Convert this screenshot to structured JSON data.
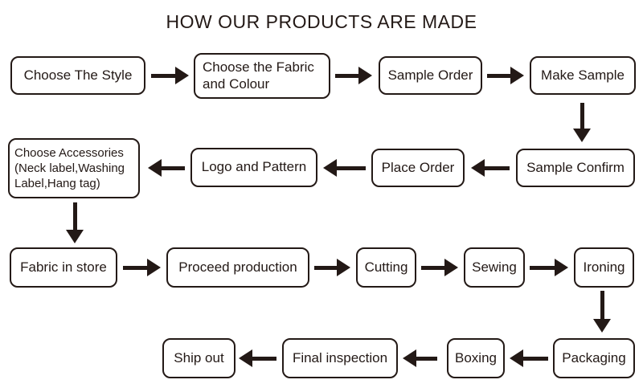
{
  "title": "HOW OUR PRODUCTS ARE MADE",
  "colors": {
    "ink": "#231916",
    "background": "#ffffff"
  },
  "nodes": {
    "choose_style": "Choose The Style",
    "choose_fabric": "Choose the Fabric\nand Colour",
    "sample_order": "Sample Order",
    "make_sample": "Make Sample",
    "sample_confirm": "Sample Confirm",
    "place_order": "Place Order",
    "logo_pattern": "Logo and Pattern",
    "choose_accessories": "Choose Accessories\n(Neck label,Washing\nLabel,Hang tag)",
    "fabric_in_store": "Fabric in store",
    "proceed_production": "Proceed production",
    "cutting": "Cutting",
    "sewing": "Sewing",
    "ironing": "Ironing",
    "packaging": "Packaging",
    "boxing": "Boxing",
    "final_inspection": "Final inspection",
    "ship_out": "Ship out"
  },
  "process_order": [
    "Choose The Style",
    "Choose the Fabric and Colour",
    "Sample Order",
    "Make Sample",
    "Sample Confirm",
    "Place Order",
    "Logo and Pattern",
    "Choose Accessories (Neck label,Washing Label,Hang tag)",
    "Fabric in store",
    "Proceed production",
    "Cutting",
    "Sewing",
    "Ironing",
    "Packaging",
    "Boxing",
    "Final inspection",
    "Ship out"
  ]
}
